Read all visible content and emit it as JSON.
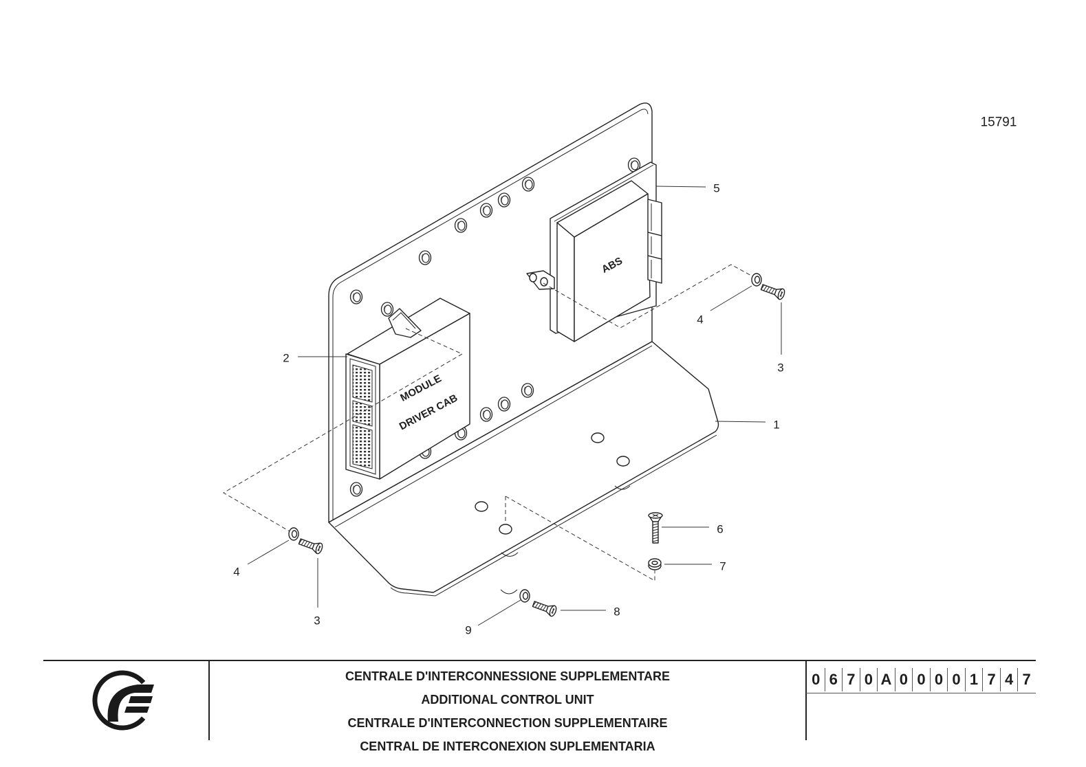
{
  "drawing_number": "15791",
  "modules": {
    "driver_cab": {
      "line1": "MODULE",
      "line2": "DRIVER CAB"
    },
    "abs": {
      "label": "ABS"
    }
  },
  "callouts": [
    "5",
    "4",
    "2",
    "3",
    "1",
    "6",
    "7",
    "4",
    "8",
    "3",
    "9"
  ],
  "title_block": {
    "titles": [
      "CENTRALE D'INTERCONNESSIONE SUPPLEMENTARE",
      "ADDITIONAL CONTROL UNIT",
      "CENTRALE D'INTERCONNECTION SUPPLEMENTAIRE",
      "CENTRAL DE INTERCONEXION SUPLEMENTARIA"
    ],
    "part_number": "0670A00001747"
  }
}
